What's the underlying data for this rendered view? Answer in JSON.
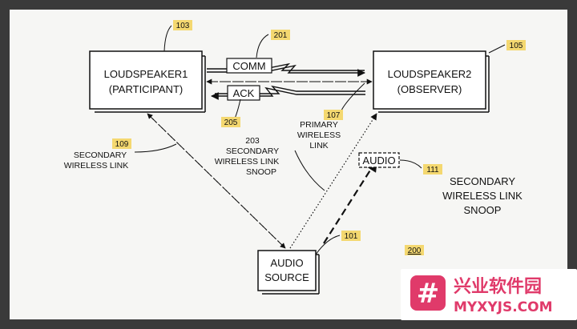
{
  "nodes": {
    "loudspeaker1": {
      "line1": "LOUDSPEAKER1",
      "line2": "(PARTICIPANT)",
      "ref": "103"
    },
    "loudspeaker2": {
      "line1": "LOUDSPEAKER2",
      "line2": "(OBSERVER)",
      "ref": "105"
    },
    "audio_source": {
      "line1": "AUDIO",
      "line2": "SOURCE",
      "ref": "101"
    }
  },
  "messages": {
    "comm": {
      "label": "COMM",
      "ref": "201"
    },
    "ack": {
      "label": "ACK",
      "ref": "205"
    },
    "audio": {
      "label": "AUDIO",
      "ref": "111"
    }
  },
  "links": {
    "primary": {
      "line1": "PRIMARY",
      "line2": "WIRELESS",
      "line3": "LINK",
      "ref": "107"
    },
    "secondary": {
      "line1": "SECONDARY",
      "line2": "WIRELESS LINK",
      "ref": "109"
    },
    "snoop_203": {
      "ref": "203",
      "line1": "SECONDARY",
      "line2": "WIRELESS LINK",
      "line3": "SNOOP"
    },
    "snoop_111": {
      "line1": "SECONDARY",
      "line2": "WIRELESS LINK",
      "line3": "SNOOP"
    }
  },
  "figure_ref": "200",
  "watermark": {
    "brand": "兴业软件园",
    "url": "MYXYJS.COM",
    "logo_glyph": "#"
  }
}
